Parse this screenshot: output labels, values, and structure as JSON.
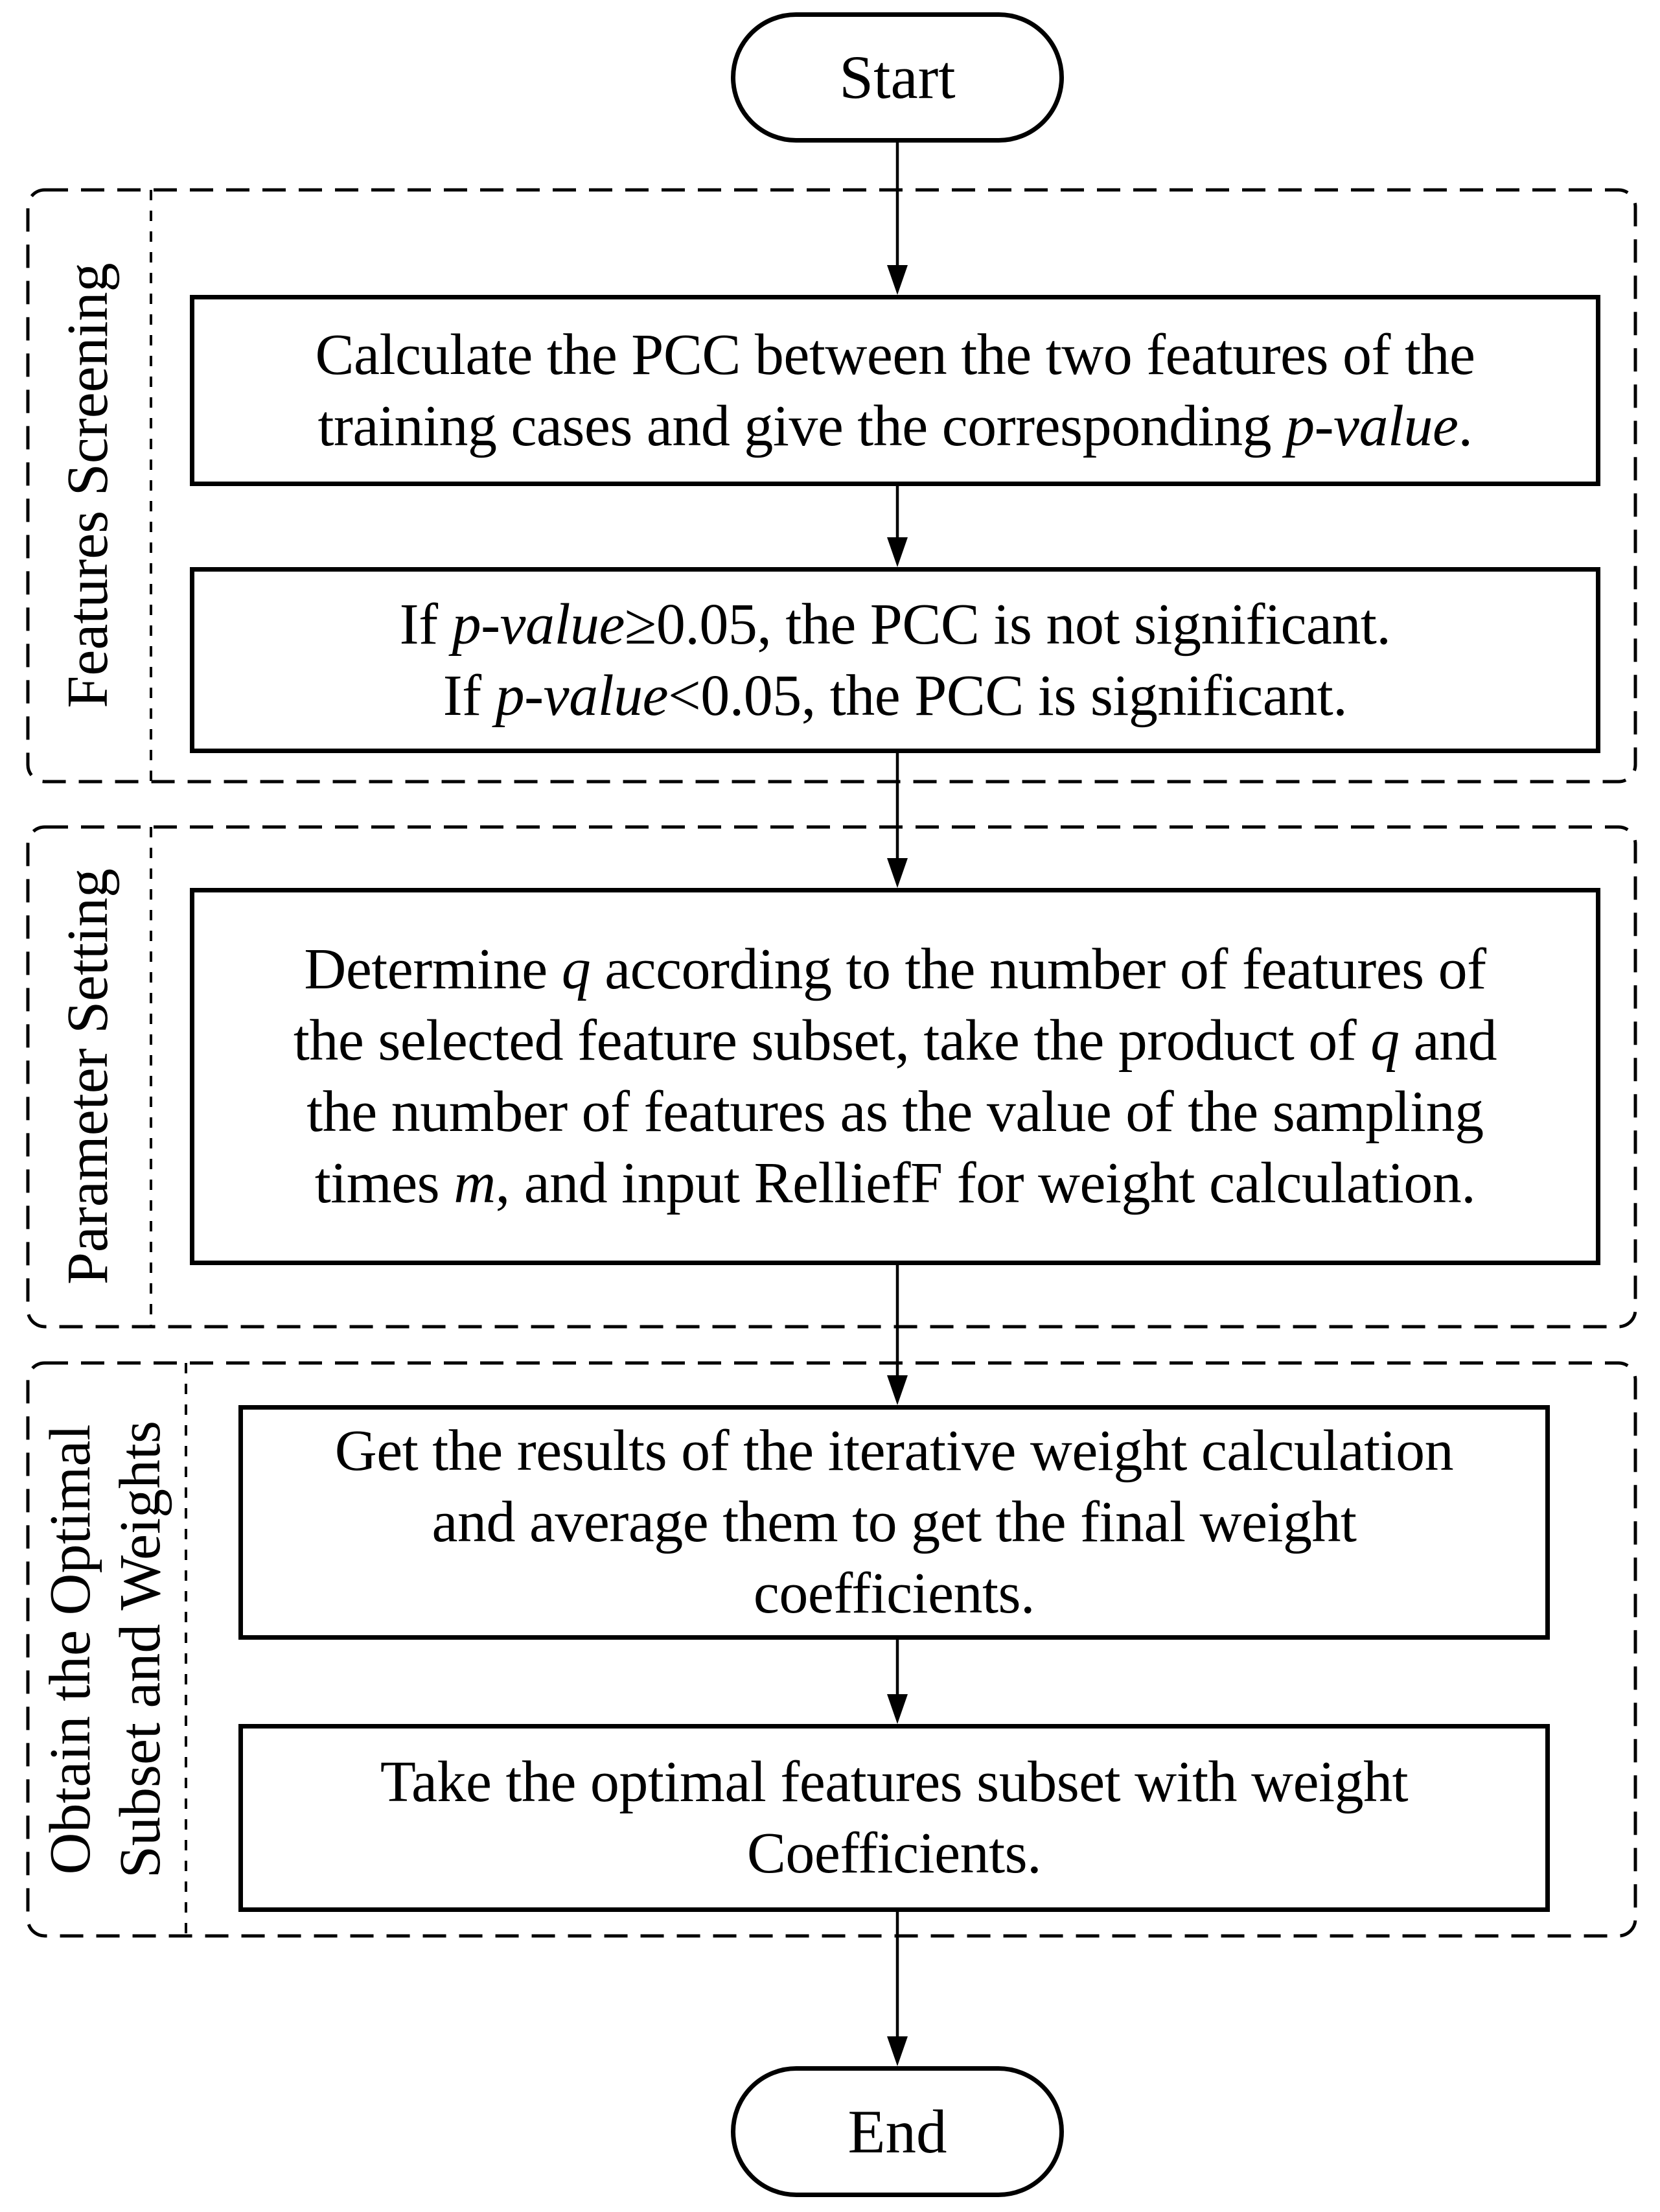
{
  "theme": {
    "ink": "#000000",
    "paper": "#ffffff"
  },
  "flowchart": {
    "start": {
      "label": "Start"
    },
    "end": {
      "label": "End"
    },
    "sections": [
      {
        "name": "features-screening",
        "label": "Features Screening",
        "label_lines": [
          "Features Screening"
        ]
      },
      {
        "name": "parameter-setting",
        "label": "Parameter Setting",
        "label_lines": [
          "Parameter Setting"
        ]
      },
      {
        "name": "obtain-the-optimal-subset-and-weights",
        "label": "Obtain the Optimal Subset and Weights",
        "label_lines": [
          "Obtain the Optimal",
          "Subset and Weights"
        ]
      }
    ],
    "steps": [
      {
        "name": "calculate-pcc",
        "lines": [
          "Calculate the PCC between the two features of the",
          "training cases and give the corresponding *p-value*."
        ]
      },
      {
        "name": "pvalue-significance",
        "lines": [
          "If *p-value*≥0.05, the PCC is not significant.",
          "If *p-value*<0.05, the PCC is significant."
        ]
      },
      {
        "name": "determine-q-and-m",
        "lines": [
          "Determine *q* according to the number of features of",
          "the selected feature subset, take the product of *q* and",
          "the number of features as the value of the sampling",
          "times *m*, and input RelliefF for weight calculation."
        ]
      },
      {
        "name": "average-weights",
        "lines": [
          "Get the results of the iterative weight calculation",
          "and average them to get the final weight",
          "coefficients."
        ]
      },
      {
        "name": "take-optimal-subset",
        "lines": [
          "Take the optimal features subset with weight",
          "Coefficients."
        ]
      }
    ]
  }
}
